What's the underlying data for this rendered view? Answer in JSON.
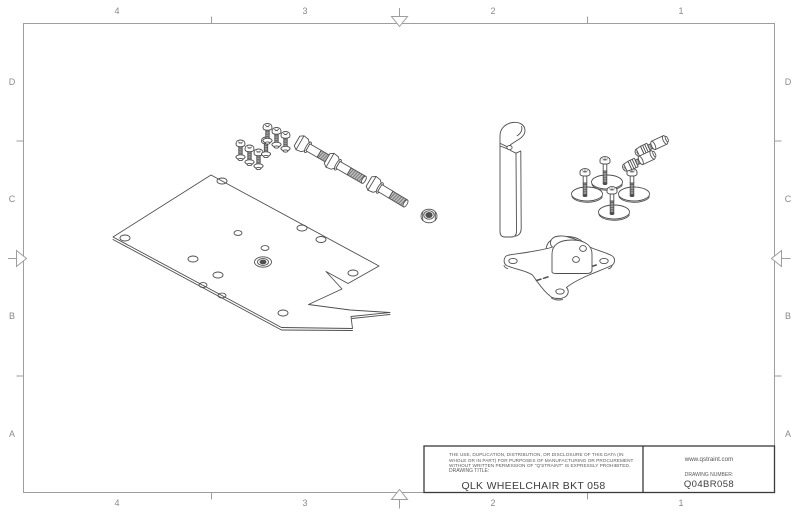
{
  "sheet": {
    "background": "#ffffff",
    "border_color": "#9e9e9e",
    "line_color": "#4f4f4f",
    "titleblock_line_color": "#3a3a3a",
    "thread_gray": "#9f9f9f"
  },
  "frame": {
    "columns": [
      "4",
      "3",
      "2",
      "1"
    ],
    "rows": [
      "D",
      "C",
      "B",
      "A"
    ]
  },
  "title_block": {
    "legal_lines": [
      "THE USE, DUPLICATION, DISTRIBUTION, OR DISCLOSURE OF THIS DATA (IN",
      "WHOLE OR IN PART) FOR PURPOSES OF MANUFACTURING OR PROCUREMENT",
      "WITHOUT WRITTEN PERMISSION OF \"Q'STRAINT\" IS EXPRESSLY PROHIBITED."
    ],
    "drawing_title_label": "DRAWING TITLE:",
    "drawing_title": "QLK WHEELCHAIR BKT 058",
    "website": "www.qstraint.com",
    "drawing_number_label": "DRAWING NUMBER:",
    "drawing_number": "Q04BR058"
  },
  "parts": {
    "names": [
      "mounting-plate",
      "flange-screws",
      "hex-bolts",
      "flange-nut",
      "j-hook-bracket",
      "washer-bolts",
      "stud-fasteners",
      "floor-bracket"
    ]
  }
}
